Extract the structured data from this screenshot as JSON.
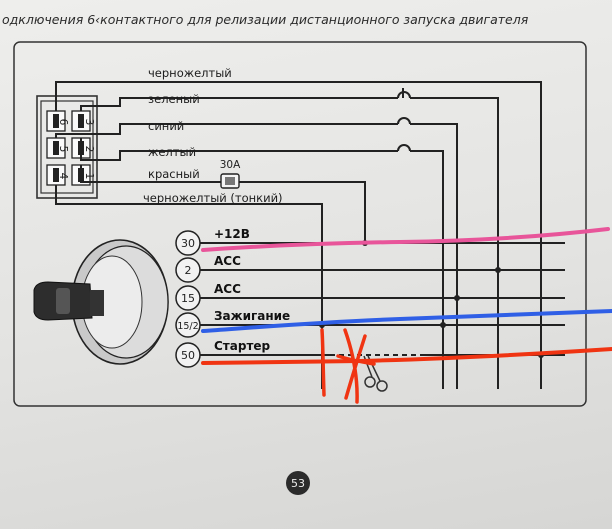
{
  "header": "одключения 6‹контактного для релизации дистанционного запуска двигателя",
  "wire_labels": [
    "черножелтый",
    "зеленый",
    "синий",
    "желтый",
    "красный",
    "черножелтый (тонкий)"
  ],
  "fuse_label": "30А",
  "connector_pins": {
    "left": [
      "6",
      "5",
      "4"
    ],
    "right": [
      "3",
      "2",
      "1"
    ]
  },
  "ignition_terminals": [
    {
      "num": "30",
      "label": "+12В"
    },
    {
      "num": "2",
      "label": "ACC"
    },
    {
      "num": "15",
      "label": "ACC"
    },
    {
      "num": "15/2",
      "label": "Зажигание"
    },
    {
      "num": "50",
      "label": "Стартер"
    }
  ],
  "page_number": "53",
  "annotation_colors": {
    "pink": "#e8559a",
    "blue": "#2f5fe6",
    "red": "#f03412"
  }
}
